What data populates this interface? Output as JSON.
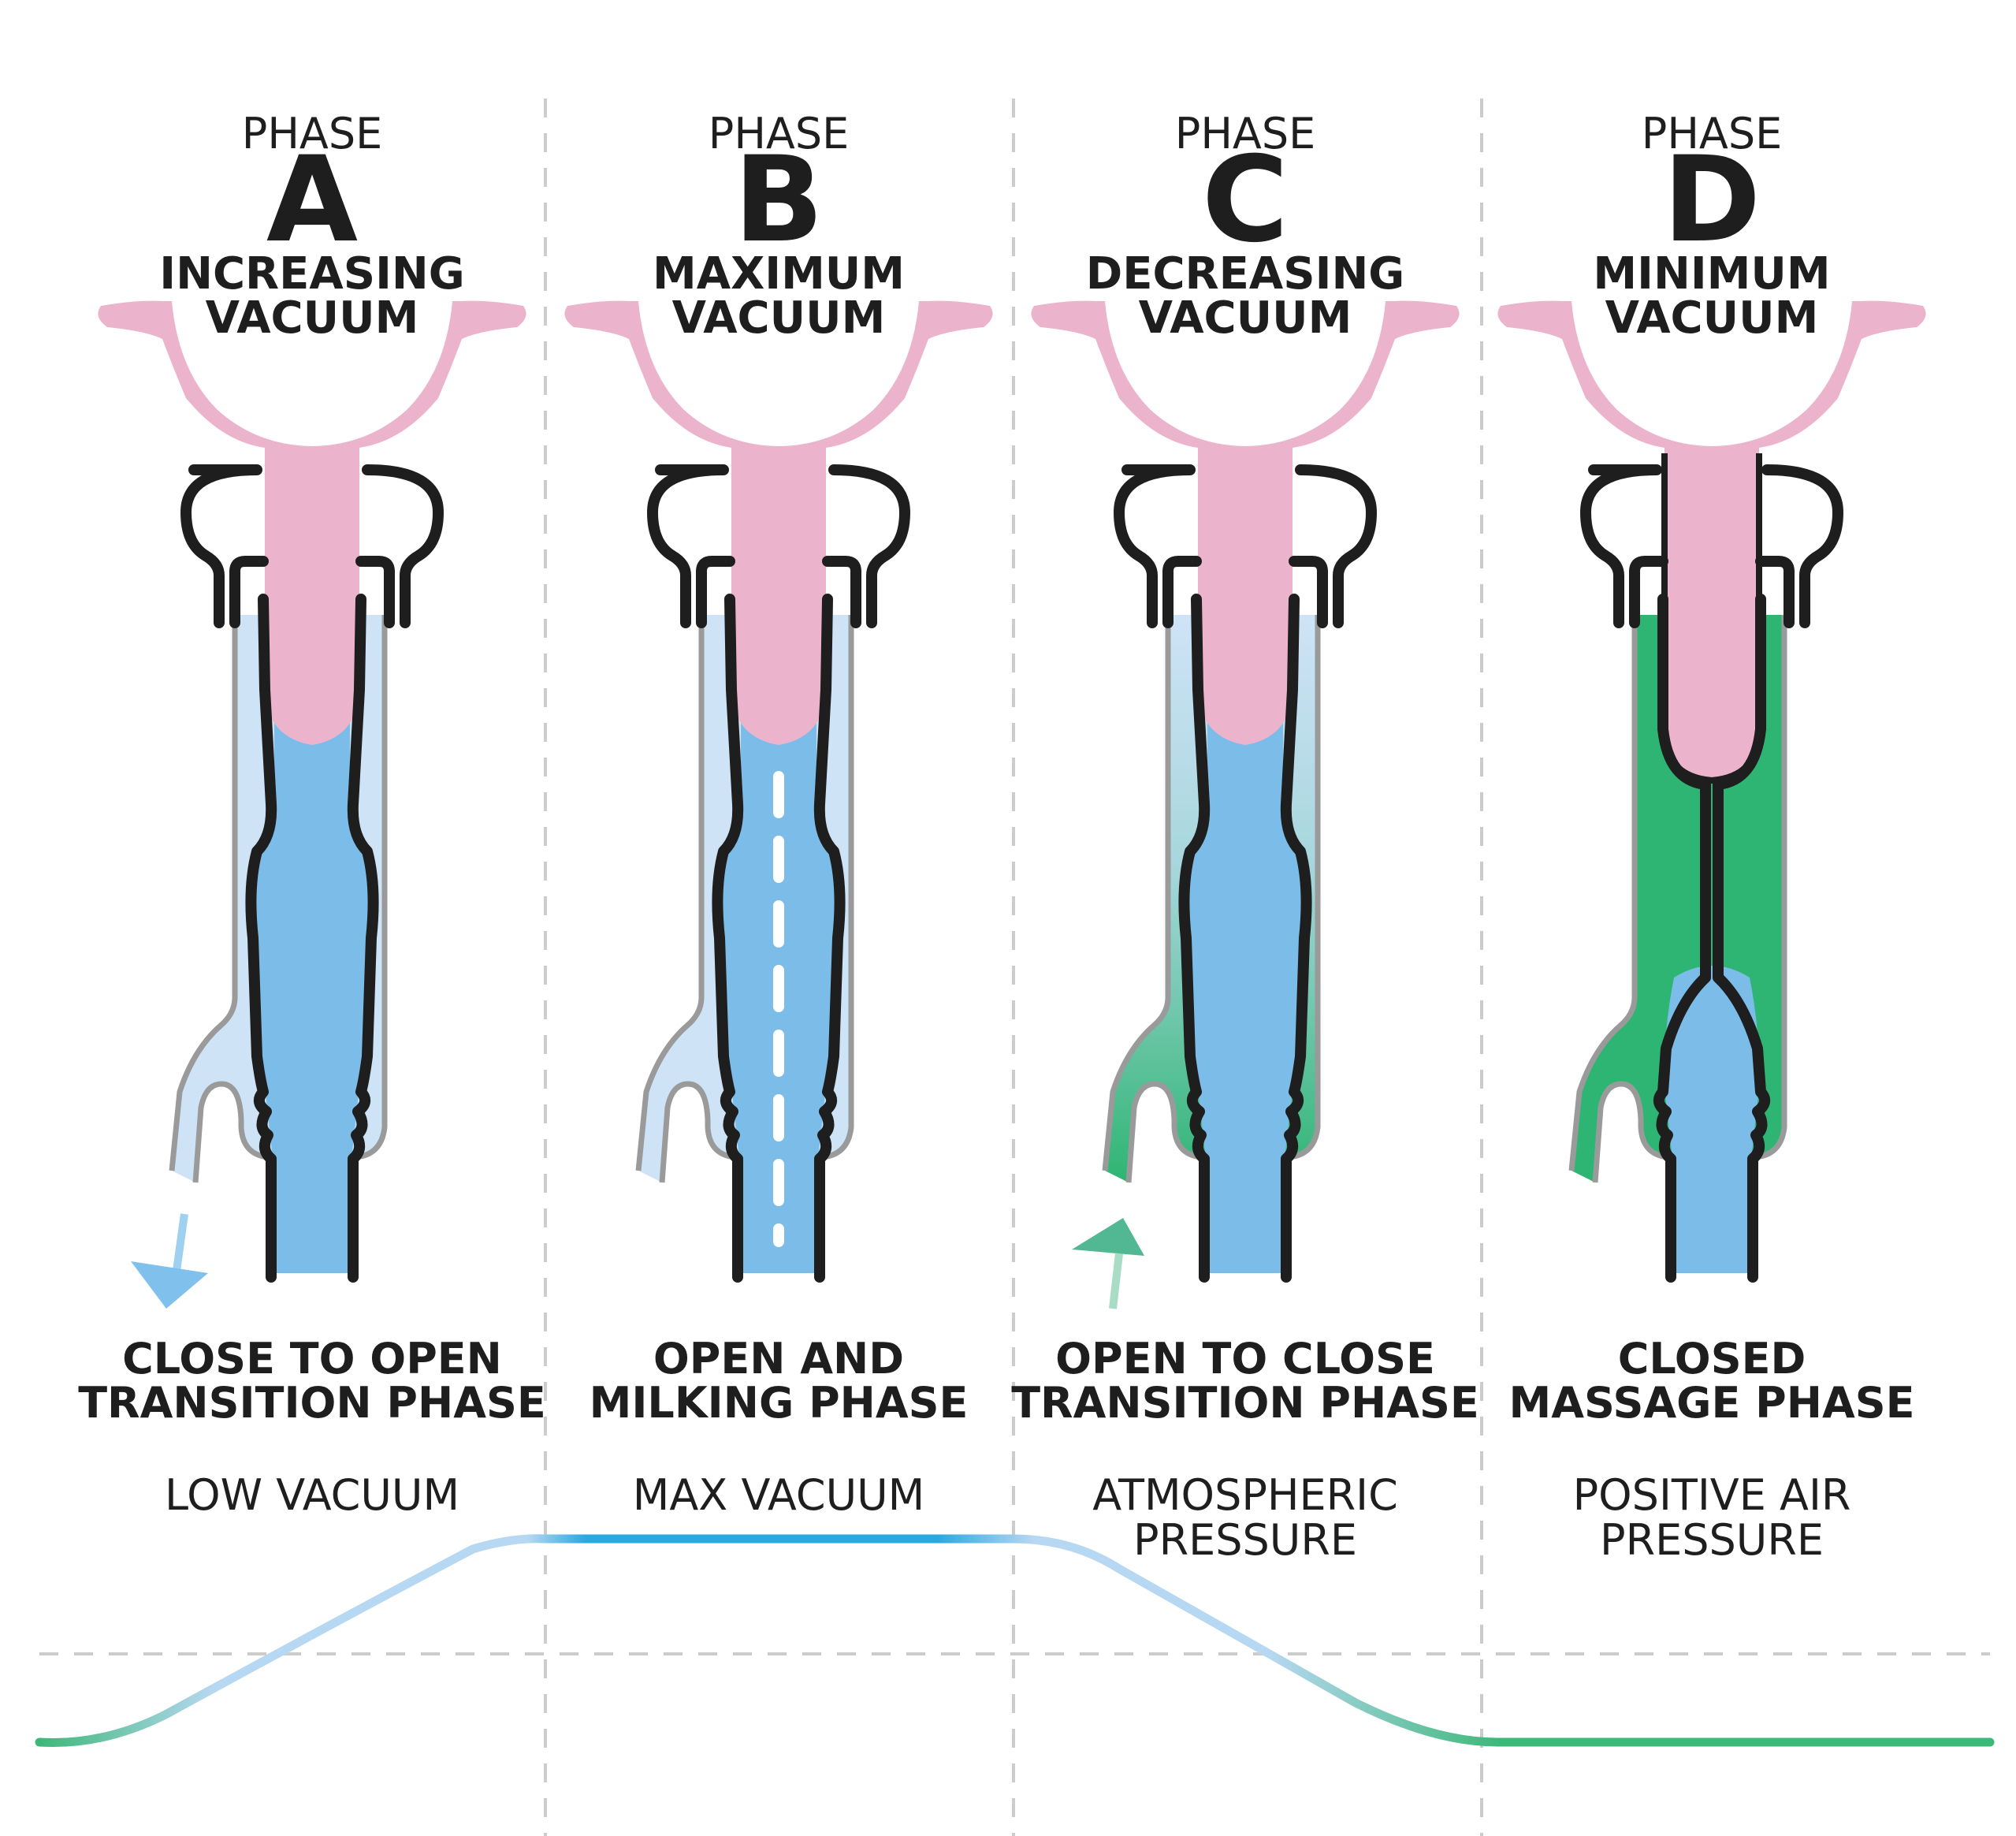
{
  "phases": [
    {
      "phase_label": "PHASE",
      "letter": "A",
      "vacuum_lines": [
        "INCREASING",
        "VACUUM"
      ],
      "transition_lines": [
        "CLOSE TO OPEN",
        "TRANSITION PHASE"
      ],
      "pressure_lines": [
        "LOW VACUUM"
      ],
      "fill": "light-blue",
      "arrow": "out"
    },
    {
      "phase_label": "PHASE",
      "letter": "B",
      "vacuum_lines": [
        "MAXIMUM",
        "VACUUM"
      ],
      "transition_lines": [
        "OPEN AND",
        "MILKING PHASE"
      ],
      "pressure_lines": [
        "MAX VACUUM"
      ],
      "fill": "light-blue",
      "arrow": "none"
    },
    {
      "phase_label": "PHASE",
      "letter": "C",
      "vacuum_lines": [
        "DECREASING",
        "VACUUM"
      ],
      "transition_lines": [
        "OPEN TO CLOSE",
        "TRANSITION PHASE"
      ],
      "pressure_lines": [
        "ATMOSPHERIC",
        "PRESSURE"
      ],
      "fill": "blue-to-green",
      "arrow": "in"
    },
    {
      "phase_label": "PHASE",
      "letter": "D",
      "vacuum_lines": [
        "MINIMUM",
        "VACUUM"
      ],
      "transition_lines": [
        "CLOSED",
        "MASSAGE PHASE"
      ],
      "pressure_lines": [
        "POSITIVE AIR",
        "PRESSURE"
      ],
      "fill": "green",
      "arrow": "none"
    }
  ],
  "colors": {
    "teat": "#ecb4cc",
    "milk_blue": "#7bbde8",
    "light_blue": "#cfe3f7",
    "green": "#2fb573",
    "liner_outline": "#1e1e1e",
    "shell_outline": "#9a9a9a",
    "divider": "#cccccc",
    "curve_blue": "#2aa8e0",
    "curve_light_blue": "#b7d8f2",
    "curve_green": "#3db879"
  },
  "pressure_curve": {
    "levels": [
      "positive",
      "low",
      "max",
      "max",
      "atmospheric",
      "positive"
    ]
  }
}
